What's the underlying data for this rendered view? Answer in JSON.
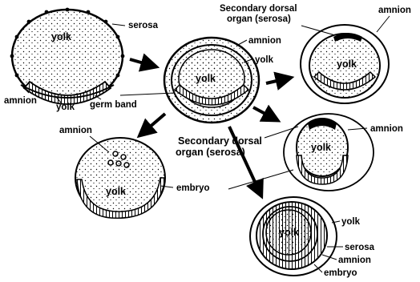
{
  "colors": {
    "ink": "#000000",
    "yolk_fill": "#ffffff",
    "background": "#ffffff"
  },
  "labels": {
    "stage1": {
      "yolk": "yolk",
      "serosa": "serosa",
      "amnion": "amnion",
      "yolk_lower": "yolk",
      "germ_band": "germ band"
    },
    "stage2": {
      "amnion": "amnion",
      "yolk_right": "yolk",
      "yolk_center": "yolk"
    },
    "stage3": {
      "secondary_line1": "Secondary dorsal",
      "secondary_line2": "organ (serosa)",
      "amnion": "amnion",
      "yolk": "yolk"
    },
    "stage4": {
      "amnion": "amnion",
      "yolk": "yolk",
      "embryo": "embryo"
    },
    "middle": {
      "secondary_line1": "Secondary dorsal",
      "secondary_line2": "organ (serosa)"
    },
    "stage5": {
      "amnion": "amnion",
      "yolk": "yolk"
    },
    "stage6": {
      "yolk_center": "yolk",
      "yolk_right": "yolk",
      "serosa": "serosa",
      "amnion": "amnion",
      "embryo": "embryo"
    }
  }
}
